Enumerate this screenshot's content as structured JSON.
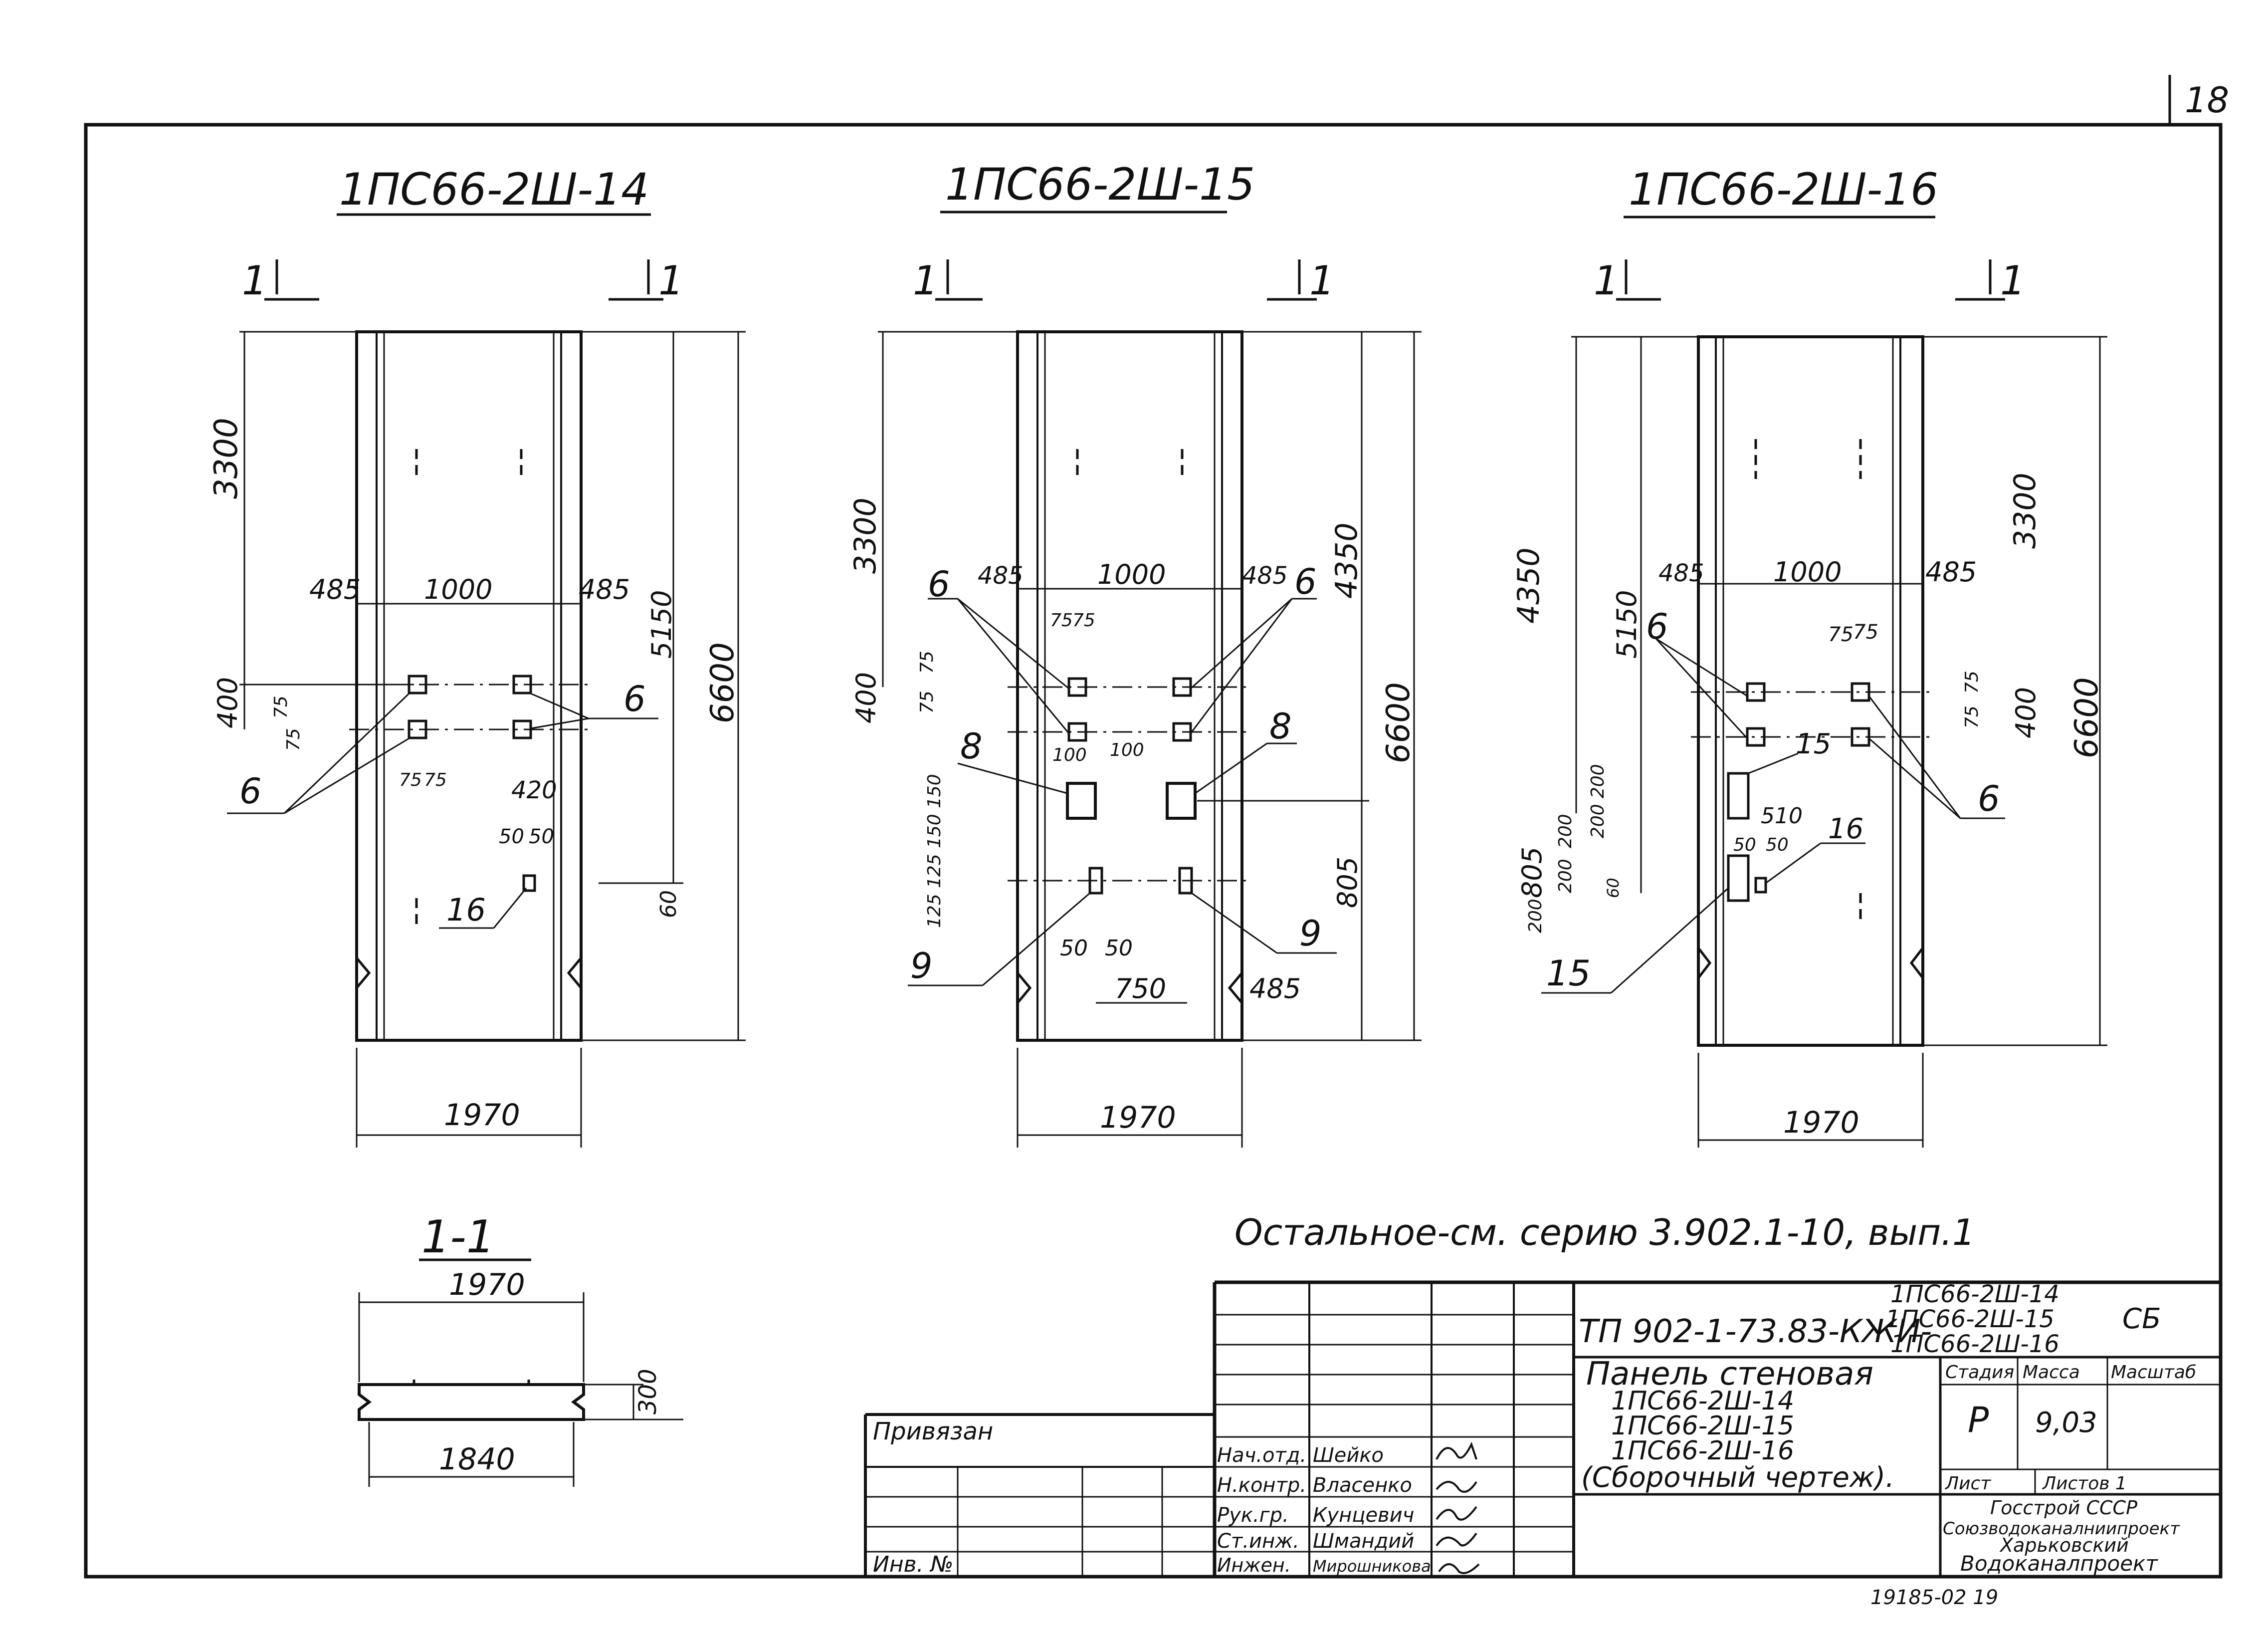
{
  "sheet": {
    "page_number": "18",
    "note": "Остальное-см. серию 3.902.1-10, вып.1",
    "bottom_stamp": "19185-02 19"
  },
  "panels": [
    {
      "title": "1ПС66-2Ш-14",
      "cut_left": "1",
      "cut_right": "1",
      "dims": {
        "d3300": "3300",
        "d485a": "485",
        "d1000": "1000",
        "d485b": "485",
        "d5150": "5150",
        "d6600": "6600",
        "d400": "400",
        "d75a": "75",
        "d75b": "75",
        "d75c": "75",
        "d75d": "75",
        "d420": "420",
        "d50a": "50",
        "d50b": "50",
        "d60": "60",
        "width": "1970"
      },
      "marks": {
        "m6a": "6",
        "m6b": "6",
        "m16": "16"
      }
    },
    {
      "title": "1ПС66-2Ш-15",
      "cut_left": "1",
      "cut_right": "1",
      "dims": {
        "d3300": "3300",
        "d485a": "485",
        "d1000": "1000",
        "d485b": "485",
        "d4350": "4350",
        "d6600": "6600",
        "d400": "400",
        "d75a": "75",
        "d75b": "75",
        "d75c": "75",
        "d75d": "75",
        "d100a": "100",
        "d100b": "100",
        "d150a": "150",
        "d150b": "150",
        "d125a": "125",
        "d125b": "125",
        "d50a": "50",
        "d50b": "50",
        "d750": "750",
        "d485c": "485",
        "d805": "805",
        "width": "1970"
      },
      "marks": {
        "m6a": "6",
        "m6b": "6",
        "m8a": "8",
        "m8b": "8",
        "m9a": "9",
        "m9b": "9"
      }
    },
    {
      "title": "1ПС66-2Ш-16",
      "cut_left": "1",
      "cut_right": "1",
      "dims": {
        "d4350": "4350",
        "d485a": "485",
        "d1000": "1000",
        "d485b": "485",
        "d5150": "5150",
        "d3300": "3300",
        "d6600": "6600",
        "d400": "400",
        "d75a": "75",
        "d75b": "75",
        "d75c": "75",
        "d75d": "75",
        "d805": "805",
        "d200a": "200",
        "d200b": "200",
        "d200c": "200",
        "d200d": "200",
        "d200e": "200",
        "d60": "60",
        "d510": "510",
        "d50a": "50",
        "d50b": "50",
        "width": "1970"
      },
      "marks": {
        "m6a": "6",
        "m6b": "6",
        "m15a": "15",
        "m15b": "15",
        "m16": "16"
      }
    }
  ],
  "section": {
    "title": "1-1",
    "top_width": "1970",
    "bottom_width": "1840",
    "thickness": "300"
  },
  "titleblock": {
    "code": "ТП 902-1-73.83-КЖИ-",
    "codes": [
      "1ПС66-2Ш-14",
      "1ПС66-2Ш-15",
      "1ПС66-2Ш-16"
    ],
    "suffix": "СБ",
    "name": "Панель стеновая",
    "name_items": [
      "1ПС66-2Ш-14",
      "1ПС66-2Ш-15",
      "1ПС66-2Ш-16"
    ],
    "name_kind": "(Сборочный чертеж).",
    "col_stage": "Стадия",
    "col_mass": "Масса",
    "col_scale": "Масштаб",
    "stage": "Р",
    "mass": "9,03",
    "sheet_label": "Лист",
    "sheets_label": "Листов 1",
    "org": [
      "Госстрой СССР",
      "Союзводоканалниипроект",
      "Харьковский",
      "Водоканалпроект"
    ],
    "privyazan": "Привязан",
    "inv": "Инв. №",
    "staff": [
      {
        "role": "Нач.отд.",
        "name": "Шейко"
      },
      {
        "role": "Н.контр.",
        "name": "Власенко"
      },
      {
        "role": "Рук.гр.",
        "name": "Кунцевич"
      },
      {
        "role": "Ст.инж.",
        "name": "Шмандий"
      },
      {
        "role": "Инжен.",
        "name": "Мирошникова"
      }
    ]
  }
}
